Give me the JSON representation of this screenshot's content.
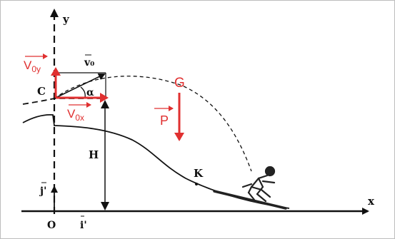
{
  "axes": {
    "y_label": "y",
    "x_label": "x",
    "origin_label": "O"
  },
  "unit_vectors": {
    "j_label": "j'",
    "i_label": "i'"
  },
  "points": {
    "c_label": "C",
    "k_label": "K",
    "g_label": "G"
  },
  "vectors": {
    "v0_label": "v₀",
    "v0y_label": "V",
    "v0y_sub": "0y",
    "v0x_label": "V",
    "v0x_sub": "0x",
    "p_label": "P"
  },
  "angle_label": "α",
  "height_label": "H",
  "colors": {
    "ink": "#111111",
    "annotation": "#e03030",
    "skier": "#222222"
  }
}
